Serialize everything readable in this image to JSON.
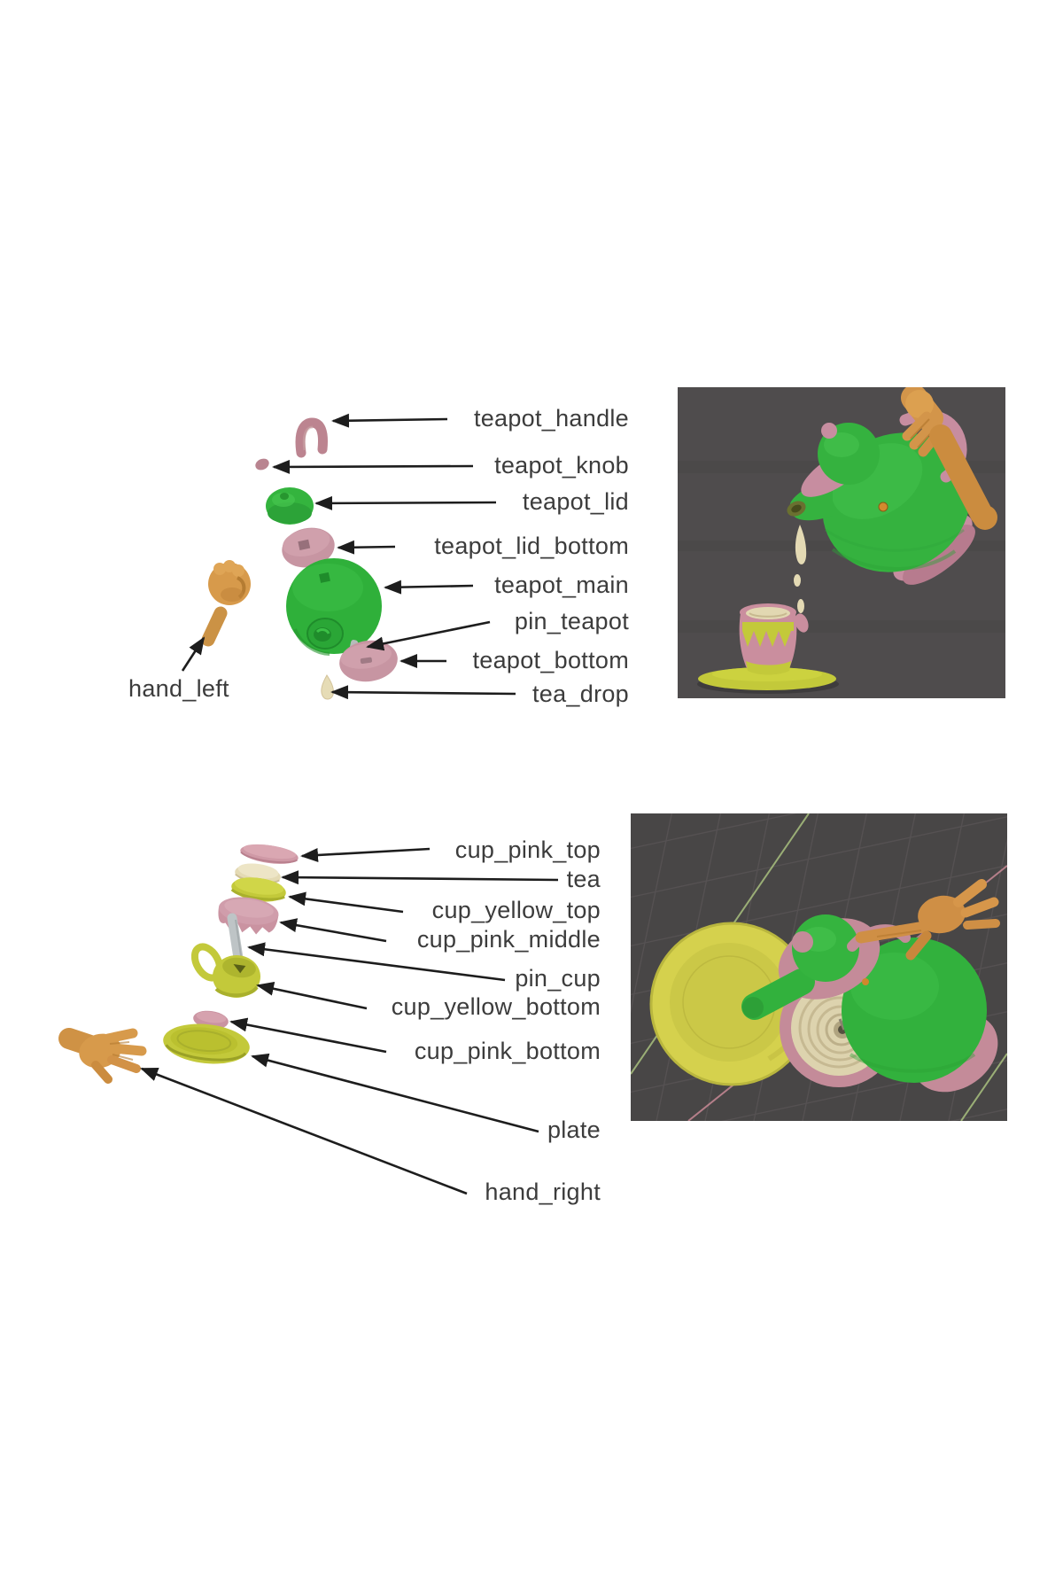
{
  "figure": {
    "teapot_section": {
      "labels": {
        "handle": "teapot_handle",
        "knob": "teapot_knob",
        "lid": "teapot_lid",
        "lid_bottom": "teapot_lid_bottom",
        "main": "teapot_main",
        "pin": "pin_teapot",
        "bottom": "teapot_bottom",
        "tea_drop": "tea_drop",
        "hand": "hand_left"
      }
    },
    "cup_section": {
      "labels": {
        "pink_top": "cup_pink_top",
        "tea": "tea",
        "yellow_top": "cup_yellow_top",
        "pink_middle": "cup_pink_middle",
        "pin": "pin_cup",
        "yellow_bottom": "cup_yellow_bottom",
        "pink_bottom": "cup_pink_bottom",
        "plate": "plate",
        "hand": "hand_right"
      }
    },
    "colors": {
      "label_text": "#3c3c3c",
      "arrow": "#1d1d1d",
      "part_green": "#32b13d",
      "part_pink": "#c9909c",
      "part_yellow": "#c3c93a",
      "part_cream": "#e4dab4",
      "hand_tan": "#d3954a",
      "render_background": "#4d4b4c"
    }
  }
}
